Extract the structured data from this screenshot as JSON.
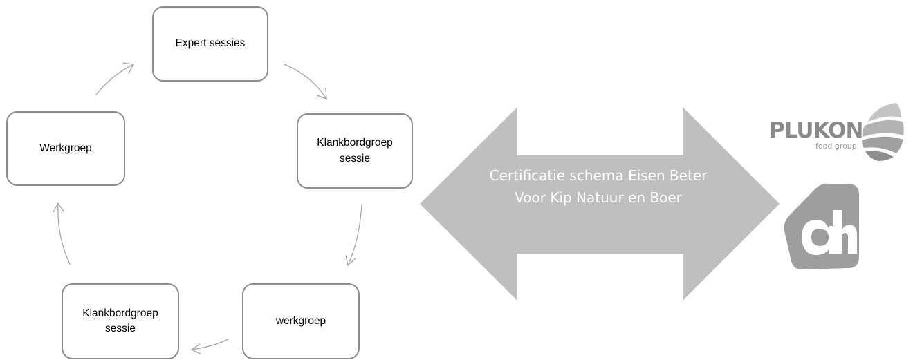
{
  "cycle": {
    "nodes": [
      {
        "label": "Expert sessies"
      },
      {
        "label": "Klankbordgroep\nsessie"
      },
      {
        "label": "werkgroep"
      },
      {
        "label": "Klankbordgroep\nsessie"
      },
      {
        "label": "Werkgroep"
      }
    ]
  },
  "double_arrow": {
    "text": "Certificatie schema Eisen Beter Voor Kip Natuur en Boer",
    "color": "#bfbfbf"
  },
  "logos": {
    "plukon": {
      "name": "PLUKON",
      "tagline": "food group",
      "color": "#8a8a8a"
    },
    "ah": {
      "icon": "albert-heijn-logo-icon",
      "color": "#9e9e9e"
    }
  },
  "colors": {
    "box_border": "#8c8c8c",
    "connector": "#a6a6a6"
  }
}
